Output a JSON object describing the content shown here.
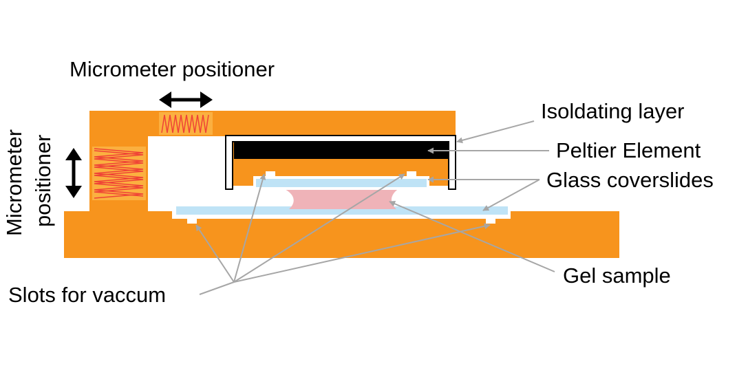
{
  "labels": {
    "micrometer_top": "Micrometer positioner",
    "micrometer_side_line1": "Micrometer",
    "micrometer_side_line2": "positioner",
    "isolating_layer": "Isoldating layer",
    "peltier_element": "Peltier Element",
    "glass_coverslides": "Glass coverslides",
    "gel_sample": "Gel sample",
    "slots_for_vacuum": "Slots for vaccum"
  },
  "colors": {
    "frame": "#f7941d",
    "spring_zone": "#fbb040",
    "spring": "#ef4136",
    "peltier": "#000000",
    "glass": "#bfe3f6",
    "gel": "#efb3b8",
    "leader": "#a6a6a6",
    "text": "#000000"
  }
}
